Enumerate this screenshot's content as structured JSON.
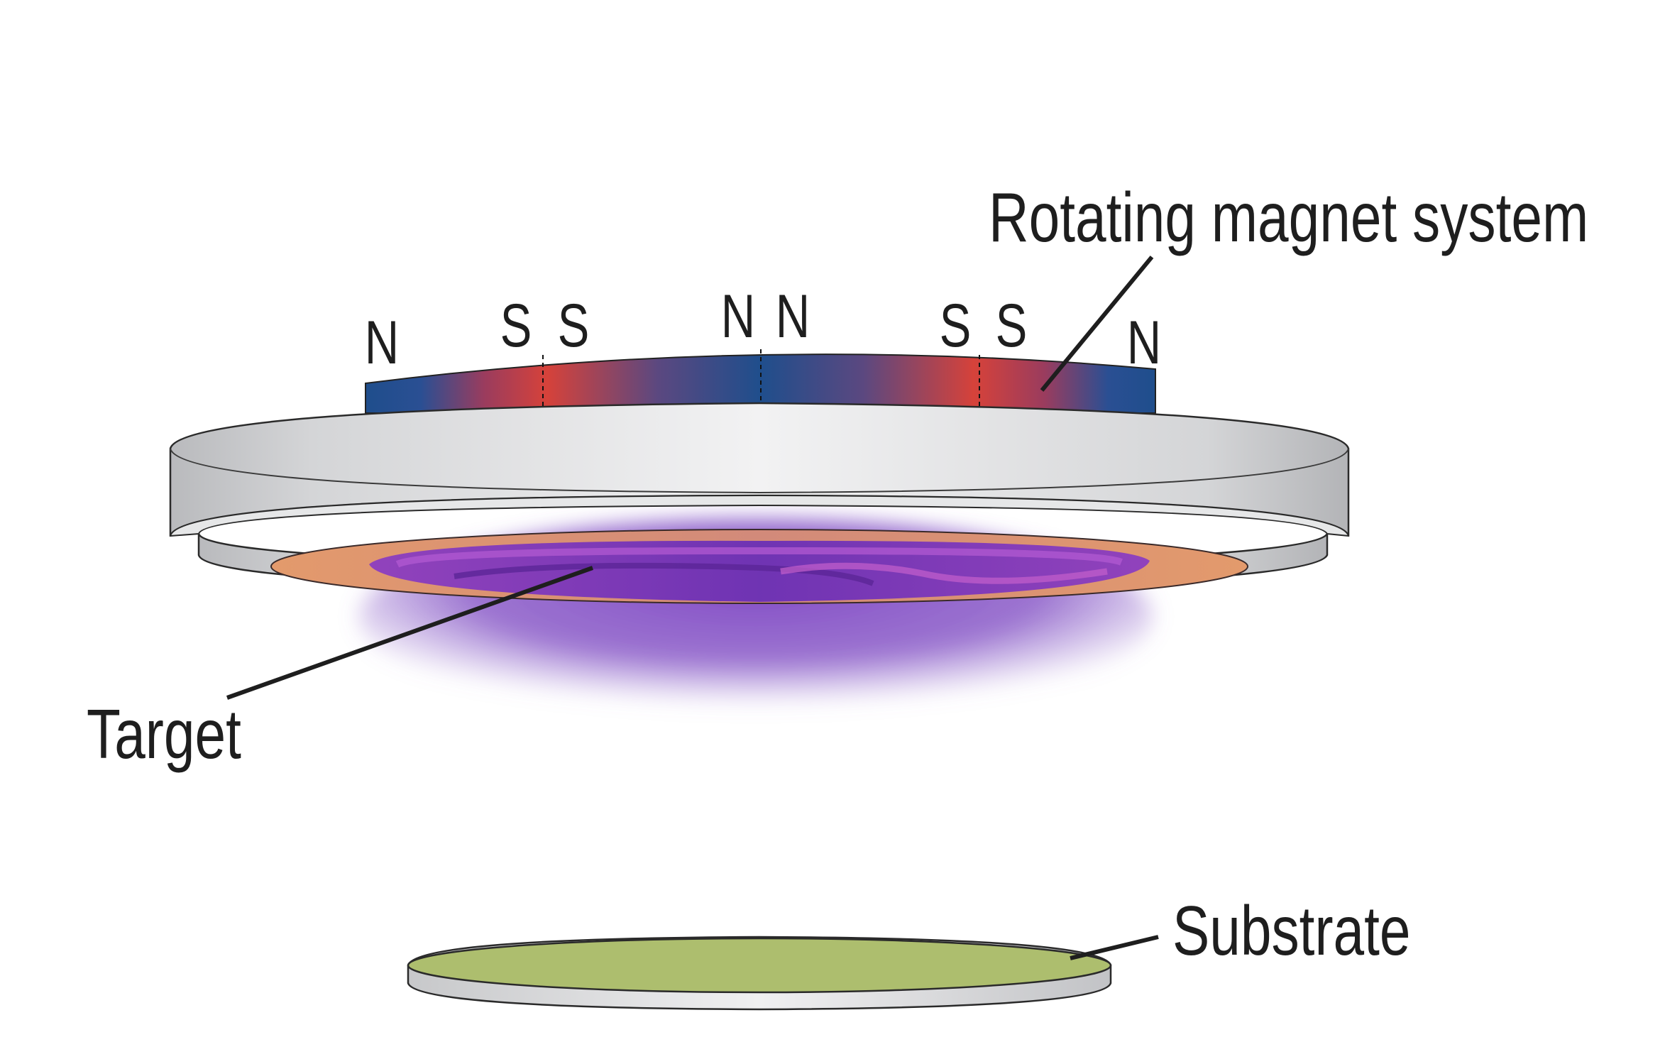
{
  "labels": {
    "magnet": "Rotating magnet system",
    "target": "Target",
    "substrate": "Substrate"
  },
  "poles": [
    "N",
    "S",
    "S",
    "N",
    "N",
    "S",
    "S",
    "N"
  ],
  "colors": {
    "north_pole": "#1f4e8c",
    "south_pole": "#d6423a",
    "plasma": "#7d3fc4",
    "target_ring": "#e08e67",
    "substrate_top": "#adbe6e",
    "housing": "#d9dadc"
  }
}
